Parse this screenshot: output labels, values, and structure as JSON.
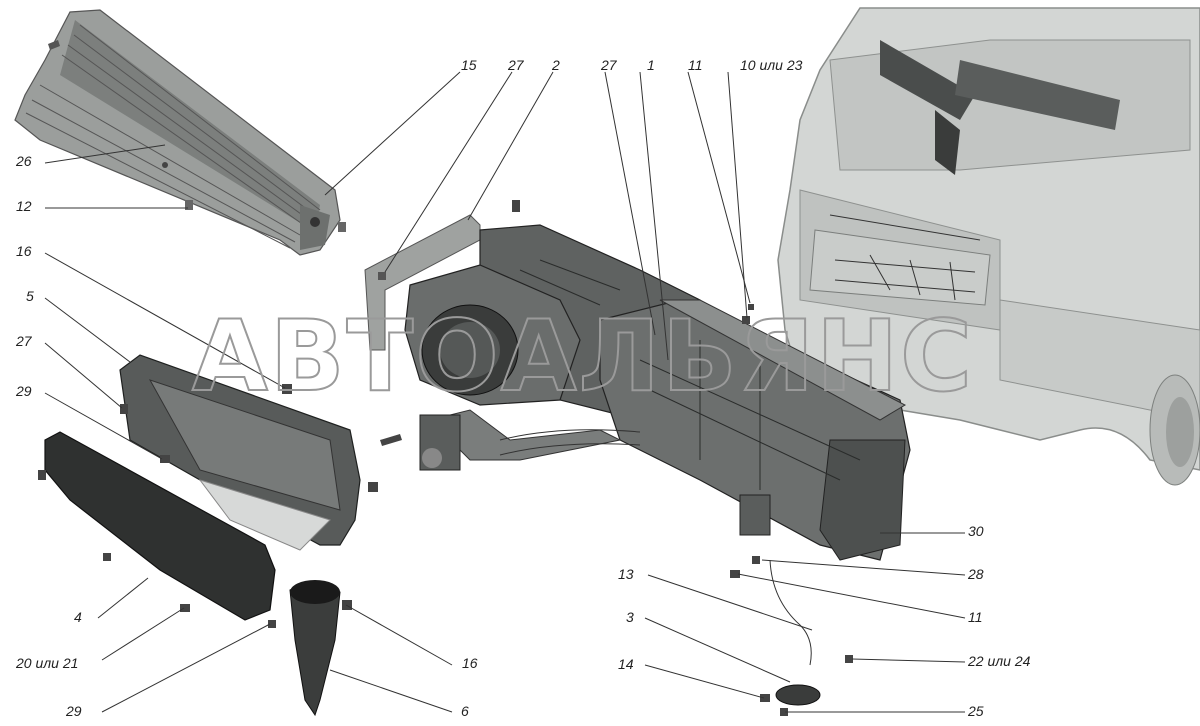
{
  "watermark": "АВТОАЛЬЯНС",
  "callouts": {
    "c15": "15",
    "c27a": "27",
    "c2": "2",
    "c27b": "27",
    "c1": "1",
    "c11a": "11",
    "c10_23": "10 или 23",
    "c26": "26",
    "c12": "12",
    "c16a": "16",
    "c5": "5",
    "c27c": "27",
    "c29a": "29",
    "c4": "4",
    "c20_21": "20 или 21",
    "c29b": "29",
    "c6": "6",
    "c16b": "16",
    "c30": "30",
    "c28": "28",
    "c13": "13",
    "c11b": "11",
    "c3": "3",
    "c22_24": "22 или 24",
    "c14": "14",
    "c25": "25"
  }
}
